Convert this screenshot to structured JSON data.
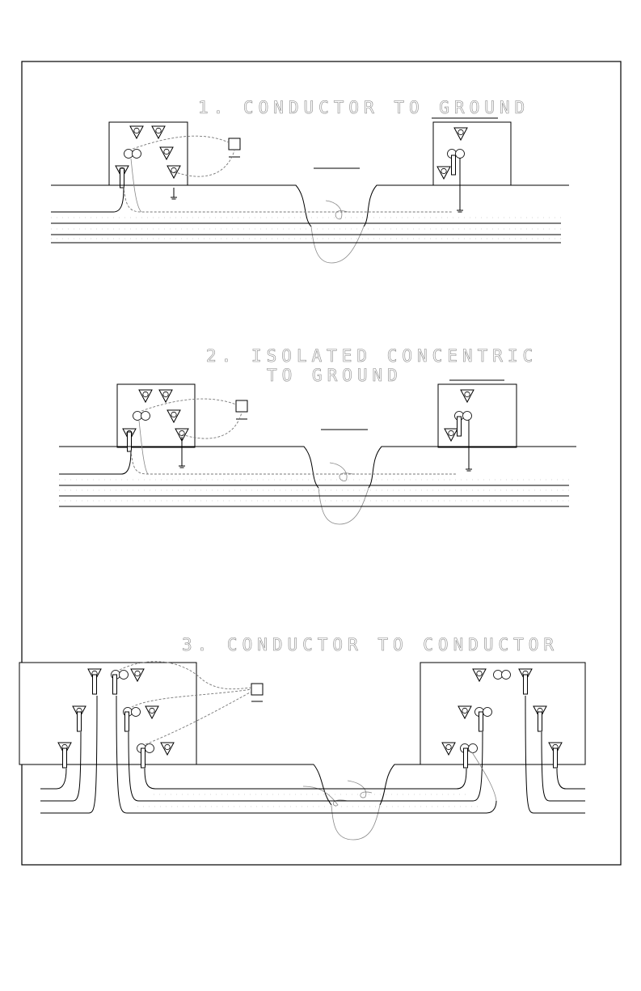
{
  "diagram": {
    "section_1": {
      "title": "1. CONDUCTOR TO GROUND"
    },
    "section_2": {
      "title_line_1": "2. ISOLATED CONCENTRIC",
      "title_line_2": "TO GROUND"
    },
    "section_3": {
      "title": "3. CONDUCTOR TO CONDUCTOR"
    }
  }
}
